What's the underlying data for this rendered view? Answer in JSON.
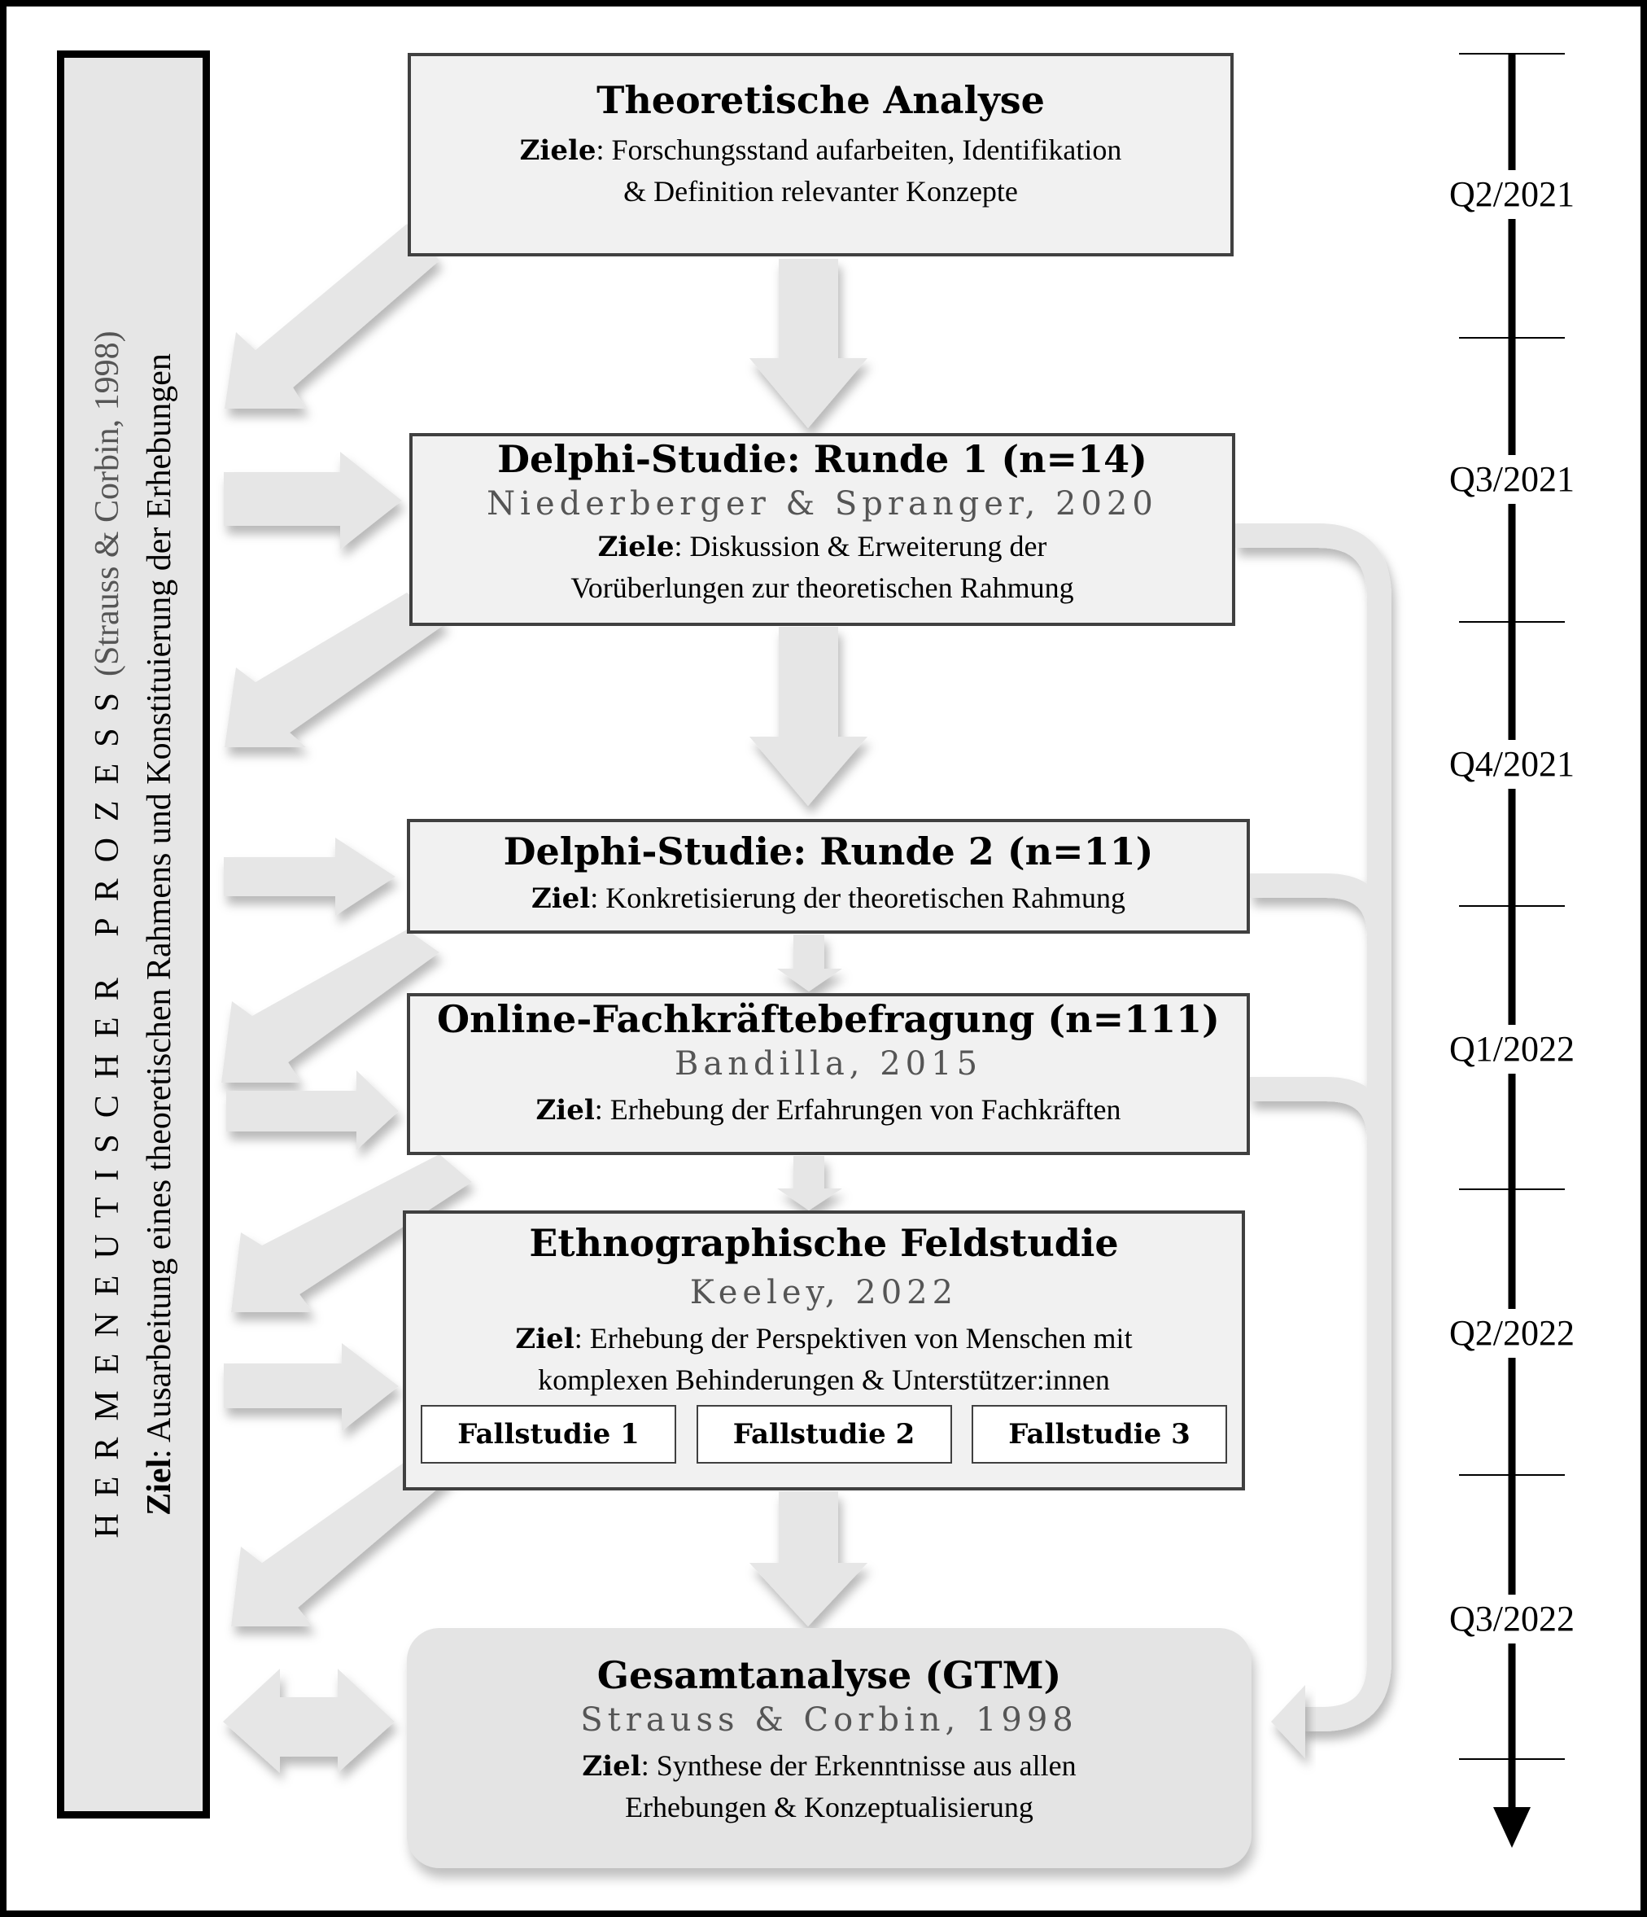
{
  "side_panel": {
    "heading": "HERMENEUTISCHER PROZESS",
    "heading_citation": "(Strauss & Corbin, 1998)",
    "goal_label": "Ziel",
    "goal_text": ": Ausarbeitung eines theoretischen Rahmens und Konstituierung der Erhebungen"
  },
  "boxes": [
    {
      "title": "Theoretische Analyse",
      "goal_label": "Ziele",
      "goal_line1": ": Forschungsstand aufarbeiten, Identifikation",
      "goal_line2": "& Definition relevanter Konzepte"
    },
    {
      "title": "Delphi-Studie: Runde 1 (n=14)",
      "citation": "Niederberger & Spranger, 2020",
      "goal_label": "Ziele",
      "goal_line1": ": Diskussion & Erweiterung der",
      "goal_line2": "Vorüberlungen zur theoretischen Rahmung"
    },
    {
      "title": "Delphi-Studie: Runde 2 (n=11)",
      "goal_label": "Ziel",
      "goal_line1": ": Konkretisierung der theoretischen Rahmung"
    },
    {
      "title": "Online-Fachkräftebefragung (n=111)",
      "citation": "Bandilla, 2015",
      "goal_label": "Ziel",
      "goal_line1": ": Erhebung der Erfahrungen von Fachkräften"
    },
    {
      "title": "Ethnographische Feldstudie",
      "citation": "Keeley, 2022",
      "goal_label": "Ziel",
      "goal_line1": ": Erhebung der Perspektiven von Menschen mit",
      "goal_line2": "komplexen Behinderungen & Unterstützer:innen",
      "cases": [
        "Fallstudie 1",
        "Fallstudie 2",
        "Fallstudie 3"
      ]
    },
    {
      "title": "Gesamtanalyse (GTM)",
      "citation": "Strauss & Corbin, 1998",
      "goal_label": "Ziel",
      "goal_line1": ": Synthese der Erkenntnisse aus allen",
      "goal_line2": "Erhebungen & Konzeptualisierung"
    }
  ],
  "timeline": {
    "labels": [
      "Q2/2021",
      "Q3/2021",
      "Q4/2021",
      "Q1/2022",
      "Q2/2022",
      "Q3/2022"
    ]
  },
  "colors": {
    "arrow_fill": "#e6e6e6",
    "box_fill": "#f1f1f1",
    "box_border": "#404040",
    "final_fill": "#e4e4e4",
    "side_fill": "#e6e6e6"
  }
}
